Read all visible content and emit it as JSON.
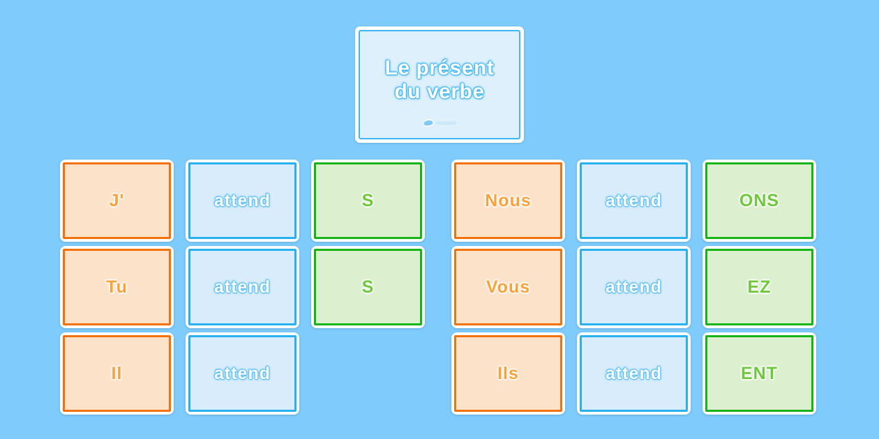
{
  "background_color": "#7ecbfc",
  "title_card": {
    "heading": "Le présent\ndu verbe",
    "logo_name": "brand-logo",
    "border_color": "#3fb6f4",
    "fill_color": "#dff0fd"
  },
  "palette": {
    "pronoun_border": "#f4720b",
    "pronoun_fill": "#fce2c9",
    "pronoun_text": "#f9a13a",
    "stem_border": "#29b0f0",
    "stem_fill": "#d9ecfb",
    "stem_text": "#ffffff",
    "ending_border": "#16b416",
    "ending_fill": "#dcefcf",
    "ending_text": "#6ec83a"
  },
  "board": {
    "rows": [
      {
        "left": {
          "pronoun": "J'",
          "stem": "attend",
          "ending": "S"
        },
        "right": {
          "pronoun": "Nous",
          "stem": "attend",
          "ending": "ONS"
        }
      },
      {
        "left": {
          "pronoun": "Tu",
          "stem": "attend",
          "ending": "S"
        },
        "right": {
          "pronoun": "Vous",
          "stem": "attend",
          "ending": "EZ"
        }
      },
      {
        "left": {
          "pronoun": "Il",
          "stem": "attend",
          "ending": ""
        },
        "right": {
          "pronoun": "Ils",
          "stem": "attend",
          "ending": "ENT"
        }
      }
    ]
  }
}
